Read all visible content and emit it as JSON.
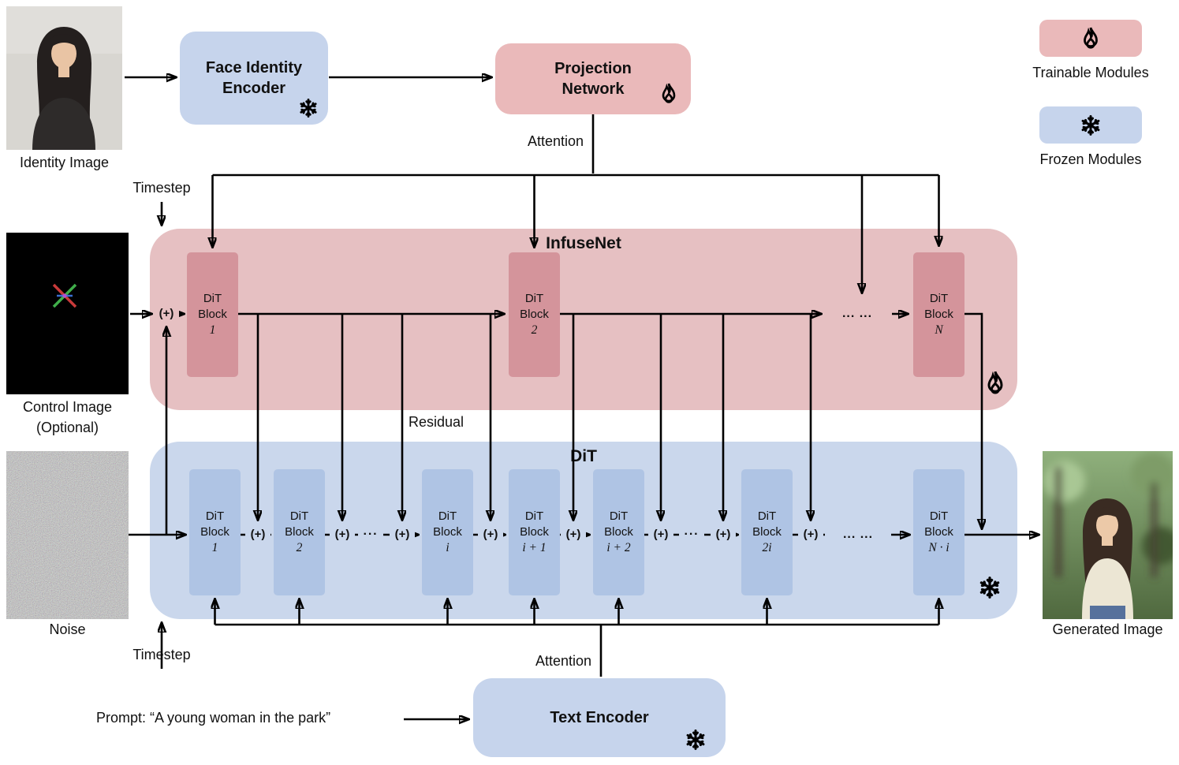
{
  "colors": {
    "trainable_fill": "#eab9ba",
    "trainable_bg": "#e6c0c2",
    "trainable_block": "#d4949b",
    "frozen_fill": "#c6d4ec",
    "frozen_bg": "#cad7ec",
    "frozen_block": "#afc4e4",
    "arrow": "#000000",
    "text": "#111111"
  },
  "legend": {
    "trainable": "Trainable Modules",
    "frozen": "Frozen Modules"
  },
  "inputs": {
    "identity_caption": "Identity Image",
    "control_caption_line1": "Control Image",
    "control_caption_line2": "(Optional)",
    "noise_caption": "Noise",
    "prompt": "Prompt: “A young woman in the park”"
  },
  "output": {
    "generated_caption": "Generated Image"
  },
  "modules": {
    "face_encoder_line1": "Face Identity",
    "face_encoder_line2": "Encoder",
    "projection_line1": "Projection",
    "projection_line2": "Network",
    "text_encoder": "Text Encoder"
  },
  "labels": {
    "attention_top": "Attention",
    "attention_bottom": "Attention",
    "timestep_top": "Timestep",
    "timestep_bottom": "Timestep",
    "residual": "Residual",
    "plus": "(+)"
  },
  "infusenet": {
    "title": "InfuseNet",
    "dots": "... ...",
    "blocks": [
      {
        "l1": "DiT",
        "l2": "Block",
        "sub": "1"
      },
      {
        "l1": "DiT",
        "l2": "Block",
        "sub": "2"
      },
      {
        "l1": "DiT",
        "l2": "Block",
        "sub": "N"
      }
    ]
  },
  "dit": {
    "title": "DiT",
    "dots_small": "···",
    "dots_large": "... ...",
    "blocks": [
      {
        "l1": "DiT",
        "l2": "Block",
        "sub": "1"
      },
      {
        "l1": "DiT",
        "l2": "Block",
        "sub": "2"
      },
      {
        "l1": "DiT",
        "l2": "Block",
        "sub": "i"
      },
      {
        "l1": "DiT",
        "l2": "Block",
        "sub": "i + 1"
      },
      {
        "l1": "DiT",
        "l2": "Block",
        "sub": "i + 2"
      },
      {
        "l1": "DiT",
        "l2": "Block",
        "sub": "2i"
      },
      {
        "l1": "DiT",
        "l2": "Block",
        "sub": "N · i"
      }
    ]
  }
}
